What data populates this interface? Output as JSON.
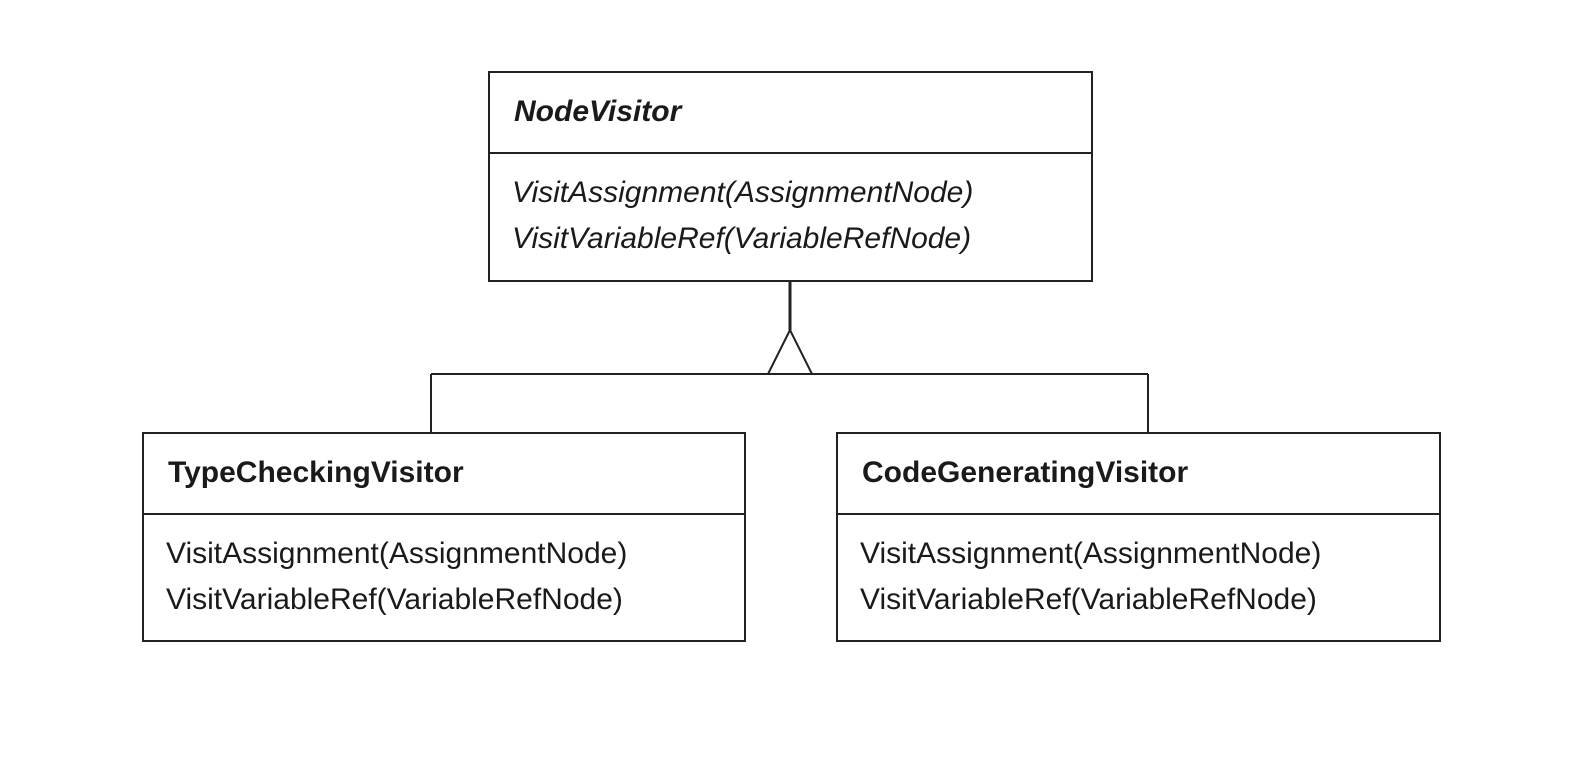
{
  "classes": {
    "node_visitor": {
      "name": "NodeVisitor",
      "abstract": true,
      "operations": [
        "VisitAssignment(AssignmentNode)",
        "VisitVariableRef(VariableRefNode)"
      ]
    },
    "type_checking_visitor": {
      "name": "TypeCheckingVisitor",
      "abstract": false,
      "operations": [
        "VisitAssignment(AssignmentNode)",
        "VisitVariableRef(VariableRefNode)"
      ]
    },
    "code_generating_visitor": {
      "name": "CodeGeneratingVisitor",
      "abstract": false,
      "operations": [
        "VisitAssignment(AssignmentNode)",
        "VisitVariableRef(VariableRefNode)"
      ]
    }
  },
  "relationships": [
    {
      "type": "inheritance",
      "from": "TypeCheckingVisitor",
      "to": "NodeVisitor"
    },
    {
      "type": "inheritance",
      "from": "CodeGeneratingVisitor",
      "to": "NodeVisitor"
    }
  ]
}
